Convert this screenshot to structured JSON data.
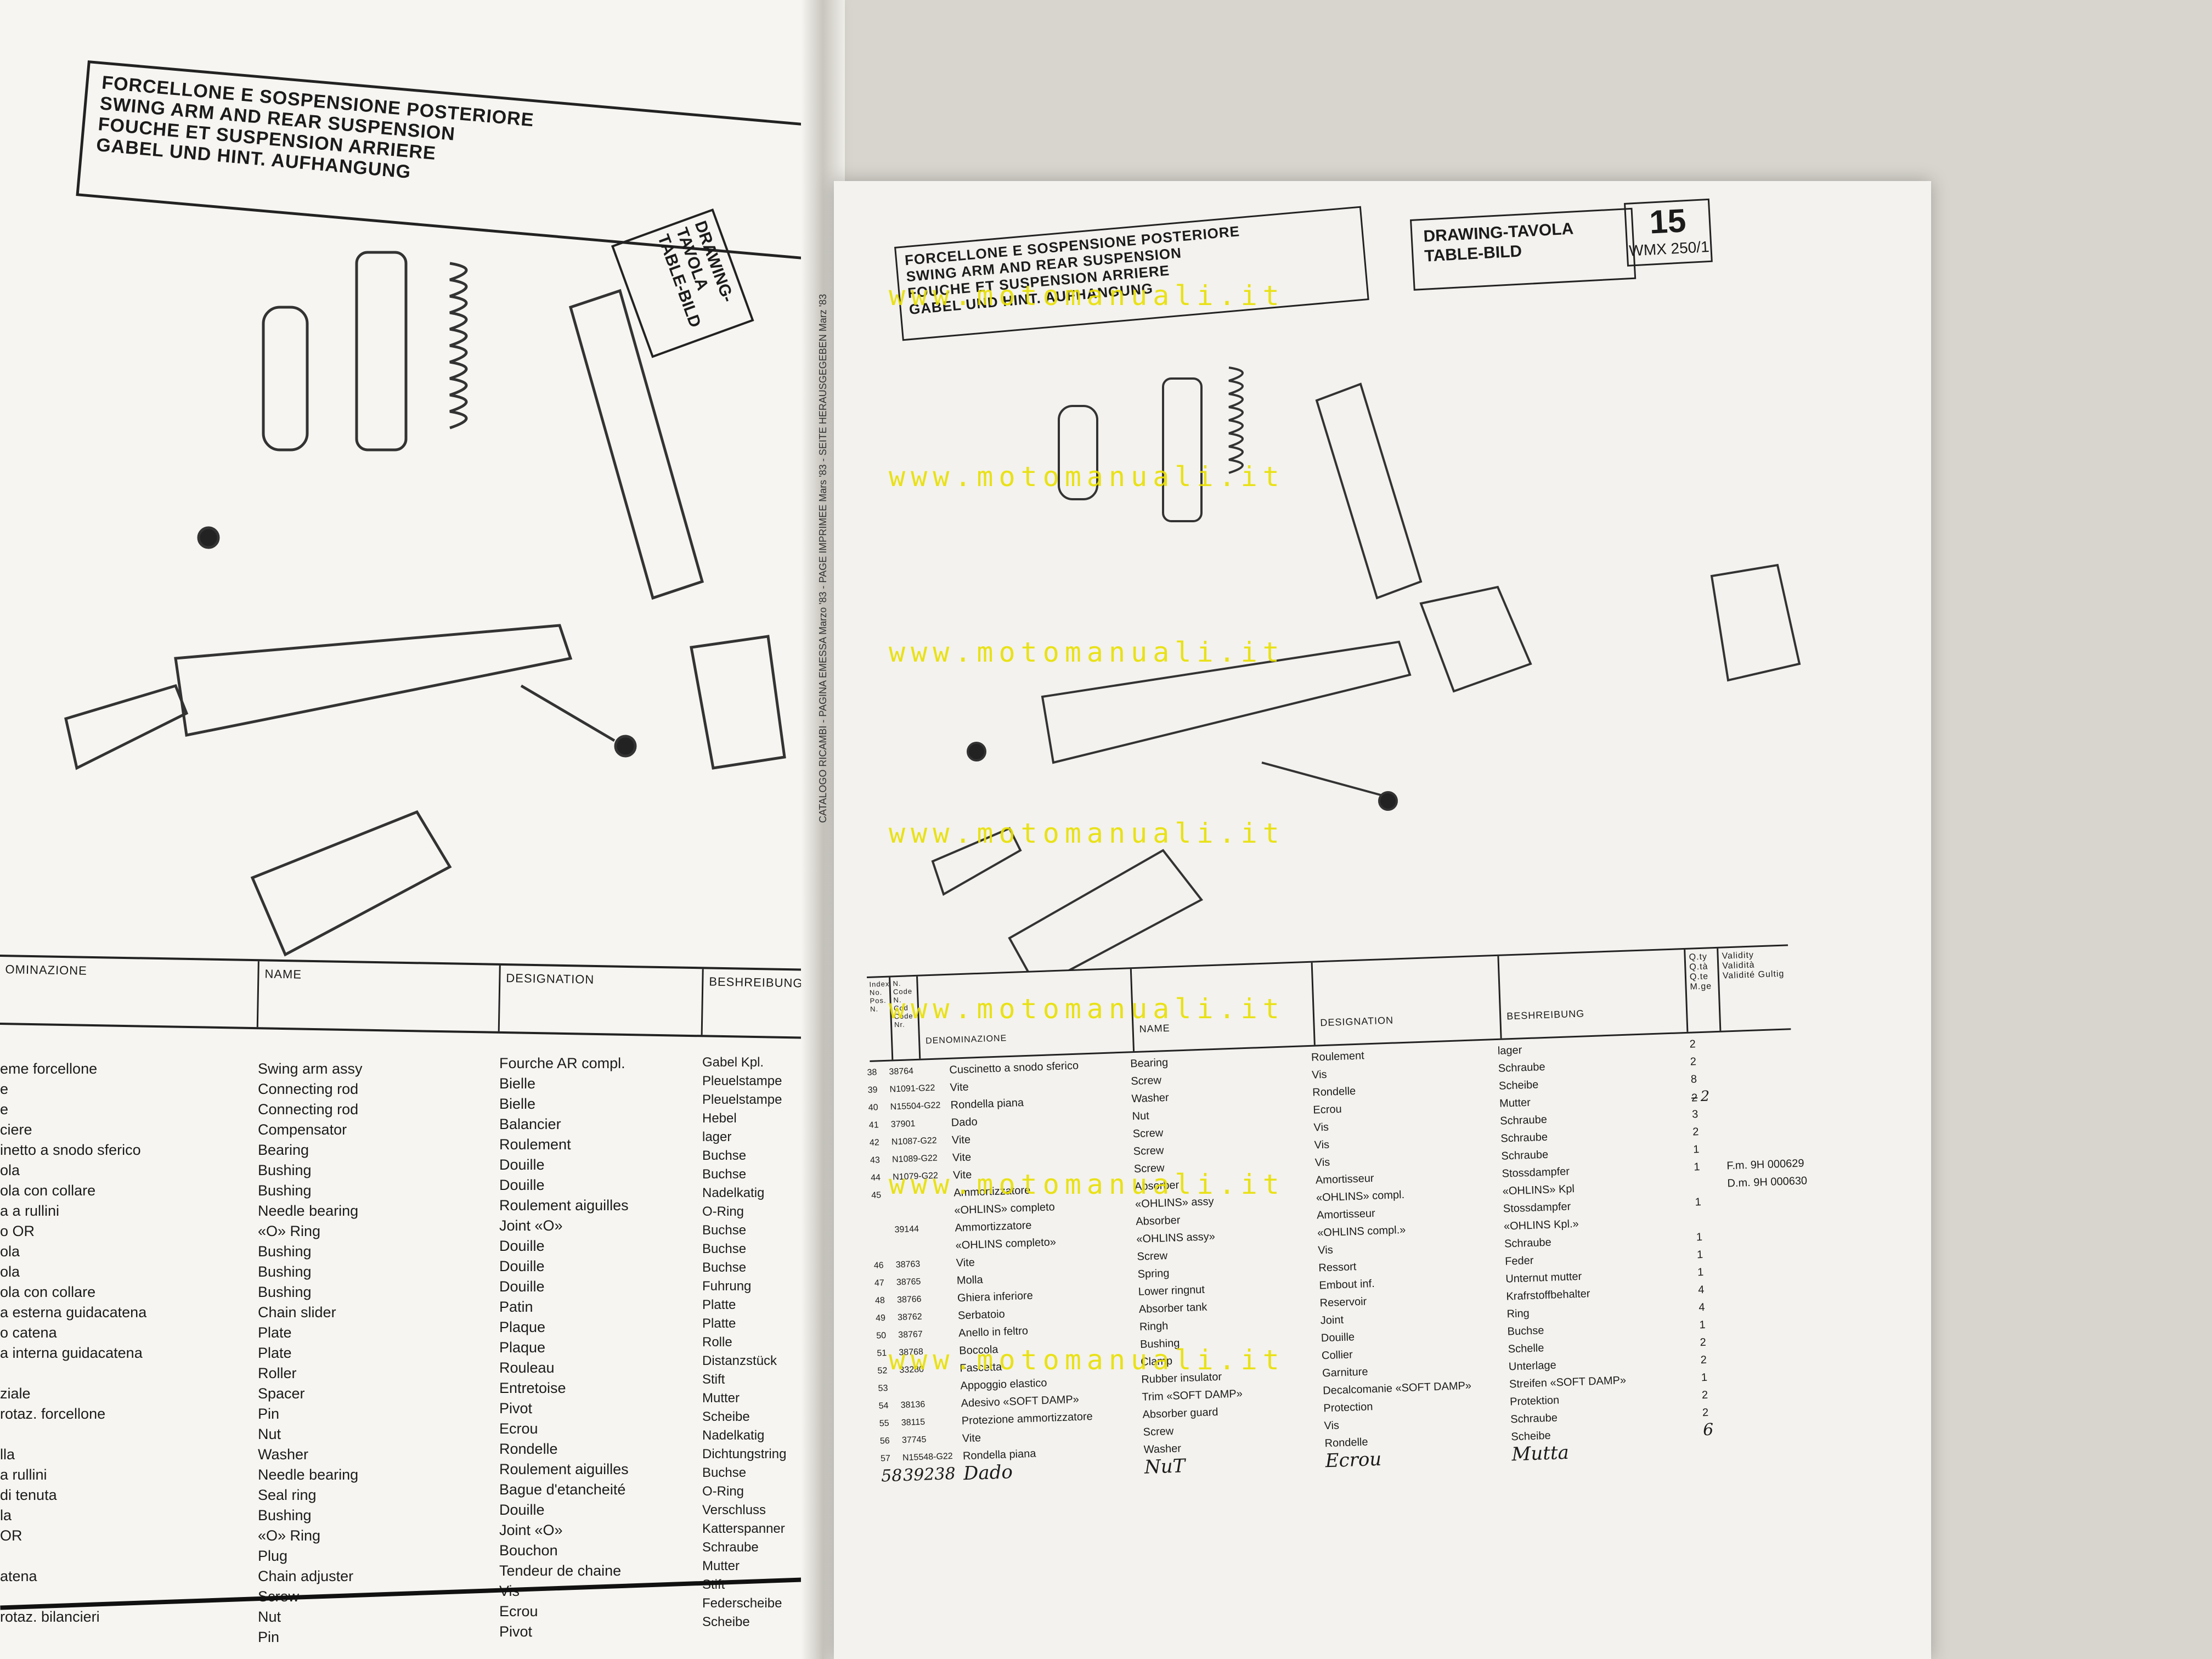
{
  "left_page": {
    "title_lines": [
      "FORCELLONE E SOSPENSIONE POSTERIORE",
      "SWING ARM AND REAR SUSPENSION",
      "FOUCHE ET SUSPENSION ARRIERE",
      "GABEL UND HINT. AUFHANGUNG"
    ],
    "drawing_label_lines": [
      "DRAWING-TAVOLA",
      "TABLE-BILD"
    ],
    "headers": [
      "OMINAZIONE",
      "NAME",
      "DESIGNATION",
      "BESHREIBUNG"
    ],
    "denominazione": [
      "eme forcellone",
      "e",
      "e",
      "ciere",
      "inetto a snodo sferico",
      "ola",
      "ola con collare",
      "a a rullini",
      "o OR",
      "ola",
      "ola",
      "ola con collare",
      "a esterna guidacatena",
      "o catena",
      "a interna guidacatena",
      "",
      "ziale",
      "rotaz. forcellone",
      "",
      "lla",
      "a rullini",
      "di tenuta",
      "la",
      "OR",
      "",
      "atena",
      "",
      "rotaz. bilancieri"
    ],
    "name": [
      "Swing arm assy",
      "Connecting rod",
      "Connecting rod",
      "Compensator",
      "Bearing",
      "Bushing",
      "Bushing",
      "Needle bearing",
      "«O» Ring",
      "Bushing",
      "Bushing",
      "Bushing",
      "Chain slider",
      "Plate",
      "Plate",
      "Roller",
      "Spacer",
      "Pin",
      "Nut",
      "Washer",
      "Needle bearing",
      "Seal ring",
      "Bushing",
      "«O» Ring",
      "Plug",
      "Chain adjuster",
      "Screw",
      "Nut",
      "Pin"
    ],
    "designation": [
      "Fourche AR compl.",
      "Bielle",
      "Bielle",
      "Balancier",
      "Roulement",
      "Douille",
      "Douille",
      "Roulement aiguilles",
      "Joint «O»",
      "Douille",
      "Douille",
      "Douille",
      "Patin",
      "Plaque",
      "Plaque",
      "Rouleau",
      "Entretoise",
      "Pivot",
      "Ecrou",
      "Rondelle",
      "Roulement aiguilles",
      "Bague d'etancheité",
      "Douille",
      "Joint «O»",
      "Bouchon",
      "Tendeur de chaine",
      "Vis",
      "Ecrou",
      "Pivot"
    ],
    "beshreibung": [
      "Gabel Kpl.",
      "Pleuelstampe",
      "Pleuelstampe",
      "Hebel",
      "lager",
      "Buchse",
      "Buchse",
      "Nadelkatig",
      "O-Ring",
      "Buchse",
      "Buchse",
      "Buchse",
      "Fuhrung",
      "Platte",
      "Platte",
      "Rolle",
      "Distanzstück",
      "Stift",
      "Mutter",
      "Scheibe",
      "Nadelkatig",
      "Dichtungstring",
      "Buchse",
      "O-Ring",
      "Verschluss",
      "Katterspanner",
      "Schraube",
      "Mutter",
      "Stift",
      "Federscheibe",
      "Scheibe"
    ],
    "spine_text": "CATALOGO RICAMBI - PAGINA EMESSA Marzo '83 - PAGE IMPRIMEE Mars '83 - SEITE HERAUSGEGEBEN Marz '83"
  },
  "right_page": {
    "title_lines": [
      "FORCELLONE E SOSPENSIONE POSTERIORE",
      "SWING ARM AND REAR SUSPENSION",
      "FOUCHE ET SUSPENSION ARRIERE",
      "GABEL UND HINT. AUFHANGUNG"
    ],
    "drawing_label_lines": [
      "DRAWING-TAVOLA",
      "TABLE-BILD"
    ],
    "plate_number": "15",
    "model": "WMX 250/1",
    "headers": {
      "index": "Index No. Pos. N.",
      "code": "N. Code N. Cod Code Nr.",
      "denominazione": "DENOMINAZIONE",
      "name": "NAME",
      "designation": "DESIGNATION",
      "beshreibung": "BESHREIBUNG",
      "qty": "Q.ty Q.tà Q.te M.ge",
      "validity": "Validity Validità Validité Gultig"
    },
    "index": [
      "38",
      "39",
      "40",
      "41",
      "42",
      "43",
      "44",
      "45",
      "",
      "",
      "",
      "46",
      "47",
      "48",
      "49",
      "50",
      "51",
      "52",
      "53",
      "54",
      "55",
      "56",
      "57",
      "58"
    ],
    "codes": [
      "38764",
      "N1091-G22",
      "N15504-G22",
      "37901",
      "N1087-G22",
      "N1089-G22",
      "N1079-G22",
      "",
      "",
      "39144",
      "",
      "38763",
      "38765",
      "38766",
      "38762",
      "38767",
      "38768",
      "33280",
      "",
      "38136",
      "38115",
      "37745",
      "N15548-G22",
      "39238"
    ],
    "denominazione": [
      "Cuscinetto a snodo sferico",
      "Vite",
      "Rondella piana",
      "Dado",
      "Vite",
      "Vite",
      "Vite",
      "Ammortizzatore",
      "«OHLINS» completo",
      "Ammortizzatore",
      "«OHLINS completo»",
      "Vite",
      "Molla",
      "Ghiera inferiore",
      "Serbatoio",
      "Anello in feltro",
      "Boccola",
      "Fascetta",
      "Appoggio elastico",
      "Adesivo «SOFT DAMP»",
      "Protezione ammortizzatore",
      "Vite",
      "Rondella piana",
      "Dado"
    ],
    "name": [
      "Bearing",
      "Screw",
      "Washer",
      "Nut",
      "Screw",
      "Screw",
      "Screw",
      "Absorber",
      "«OHLINS» assy",
      "Absorber",
      "«OHLINS assy»",
      "Screw",
      "Spring",
      "Lower ringnut",
      "Absorber tank",
      "Ringh",
      "Bushing",
      "Clamp",
      "Rubber insulator",
      "Trim «SOFT DAMP»",
      "Absorber guard",
      "Screw",
      "Washer",
      "NuT"
    ],
    "designation": [
      "Roulement",
      "Vis",
      "Rondelle",
      "Ecrou",
      "Vis",
      "Vis",
      "Vis",
      "Amortisseur",
      "«OHLINS» compl.",
      "Amortisseur",
      "«OHLINS compl.»",
      "Vis",
      "Ressort",
      "Embout inf.",
      "Reservoir",
      "Joint",
      "Douille",
      "Collier",
      "Garniture",
      "Decalcomanie «SOFT DAMP»",
      "Protection",
      "Vis",
      "Rondelle",
      "Ecrou"
    ],
    "beshreibung": [
      "lager",
      "Schraube",
      "Scheibe",
      "Mutter",
      "Schraube",
      "Schraube",
      "Schraube",
      "Stossdampfer",
      "«OHLINS» Kpl",
      "Stossdampfer",
      "«OHLINS Kpl.»",
      "Schraube",
      "Feder",
      "Unternut mutter",
      "Krafrstoffbehalter",
      "Ring",
      "Buchse",
      "Schelle",
      "Unterlage",
      "Streifen «SOFT DAMP»",
      "Protektion",
      "Schraube",
      "Scheibe",
      "Mutta"
    ],
    "qty": [
      "2",
      "2",
      "8",
      "2",
      "3",
      "2",
      "1",
      "1",
      "",
      "1",
      "",
      "1",
      "1",
      "1",
      "4",
      "4",
      "1",
      "2",
      "2",
      "1",
      "2",
      "2",
      "6"
    ],
    "validity": [
      "F.m. 9H 000629",
      "D.m. 9H 000630"
    ],
    "handwritten_qty_correction": "2"
  },
  "watermark_text": "www.motomanuali.it"
}
